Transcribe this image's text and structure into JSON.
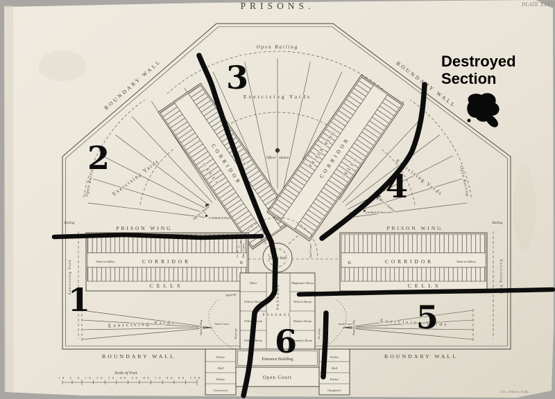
{
  "page": {
    "title": "PRISONS.",
    "plate_label": "PLATE XXXVII.",
    "engraver_credit": "Geo. Johnson, Sculp."
  },
  "plan_labels": {
    "boundary_wall": "BOUNDARY WALL",
    "open_railing": "Open Railing",
    "exercising_yards": "Exercising Yards",
    "exercising_yard": "Exercising Yard",
    "prison_wing": "PRISON WING",
    "corridor": "CORRIDOR",
    "cells": "CELLS",
    "officers_station": "Officer's Station",
    "cold_bath_shed": "Cold Bath & Shed",
    "central_hall": "Central Hall",
    "sunk_court": "Sunk Court",
    "road_up": "Road up",
    "passage": "PASSAGE",
    "railing": "Railing",
    "stairs_to_gallery": "Stairs to Gallery",
    "ref_b": "B",
    "ref_k": "K"
  },
  "rooms": {
    "office": "Office",
    "officers_room": "Officer's Room",
    "magistrates_room": "Magistrate's Room",
    "matrons_room": "Matron's Room",
    "turnkeys_room": "Turnkey's Room",
    "parlor": "Parlor",
    "hall": "Hall",
    "governors": "Governor's",
    "chaplains": "Chaplain's",
    "entrance_building": "Entrance Building",
    "open_court": "Open Court"
  },
  "scale": {
    "caption": "Scale of Feet.",
    "numbers": "10 5 0 10 20 30 40 50 60 70 80 90 100"
  },
  "annotations": {
    "destroyed_section": {
      "line1": "Destroyed",
      "line2": "Section"
    },
    "section_numbers": [
      "1",
      "2",
      "3",
      "4",
      "5",
      "6"
    ]
  },
  "colors": {
    "paper": "#ece7db",
    "ink": "#4a4339",
    "annotation_black": "#0d0d0d"
  }
}
